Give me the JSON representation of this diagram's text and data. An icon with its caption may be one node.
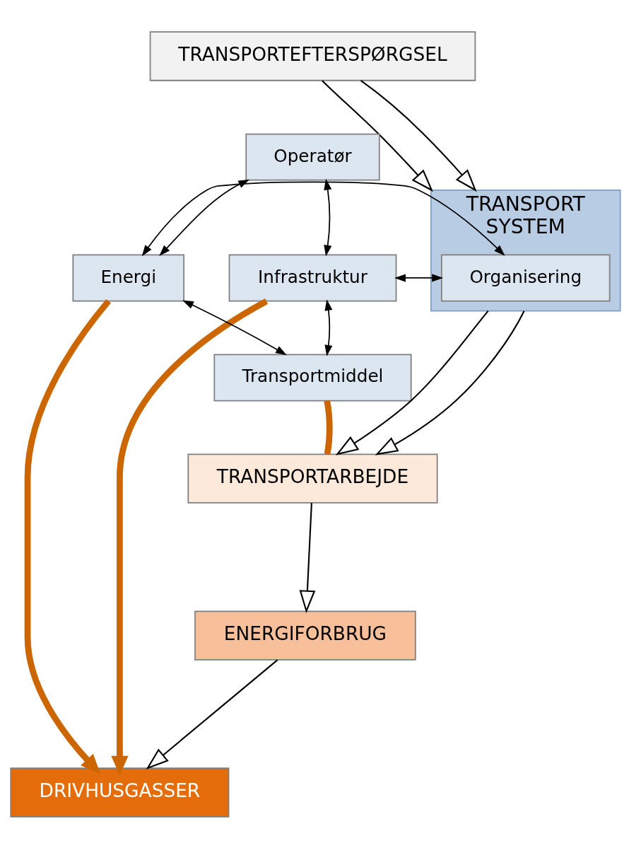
{
  "diagram": {
    "nodes": [
      {
        "text": [
          "TRANSPORTEFTERSPØRGSEL"
        ]
      },
      {
        "text": [
          "TRANSPORT",
          "SYSTEM"
        ]
      },
      {
        "text": [
          "Operatør"
        ]
      },
      {
        "text": [
          "Infrastruktur"
        ]
      },
      {
        "text": [
          "Organisering"
        ],
        "in": 1
      },
      {
        "text": [
          "Energi"
        ]
      },
      {
        "text": [
          "Transportmiddel"
        ]
      },
      {
        "text": [
          "TRANSPORTARBEJDE"
        ]
      },
      {
        "text": [
          "ENERGIFORBRUG"
        ]
      },
      {
        "text": [
          "DRIVHUSGASSER"
        ]
      }
    ],
    "edges": [
      {
        "from": 0,
        "to": 1,
        "arrow": "to"
      },
      {
        "from": 0,
        "to": 1,
        "arrow": "to"
      },
      {
        "from": 2,
        "to": 3,
        "arrow": "both"
      },
      {
        "from": 2,
        "to": 5,
        "arrow": "both"
      },
      {
        "from": 3,
        "to": 4,
        "arrow": "both"
      },
      {
        "from": 4,
        "to": 5,
        "arrow": "both"
      },
      {
        "from": 3,
        "to": 6,
        "arrow": "both"
      },
      {
        "from": 5,
        "to": 6,
        "arrow": "both"
      },
      {
        "from": 1,
        "to": 7,
        "arrow": "to"
      },
      {
        "from": 1,
        "to": 7,
        "arrow": "to"
      },
      {
        "from": 6,
        "to": 7,
        "arrow": "none",
        "style": "thick",
        "color": "#cc6600"
      },
      {
        "from": 7,
        "to": 8,
        "arrow": "to"
      },
      {
        "from": 8,
        "to": 9,
        "arrow": "to"
      },
      {
        "from": 3,
        "to": 9,
        "arrow": "to",
        "style": "thick",
        "color": "#cc6600"
      },
      {
        "from": 5,
        "to": 9,
        "arrow": "to",
        "style": "thick",
        "color": "#cc6600"
      }
    ]
  }
}
